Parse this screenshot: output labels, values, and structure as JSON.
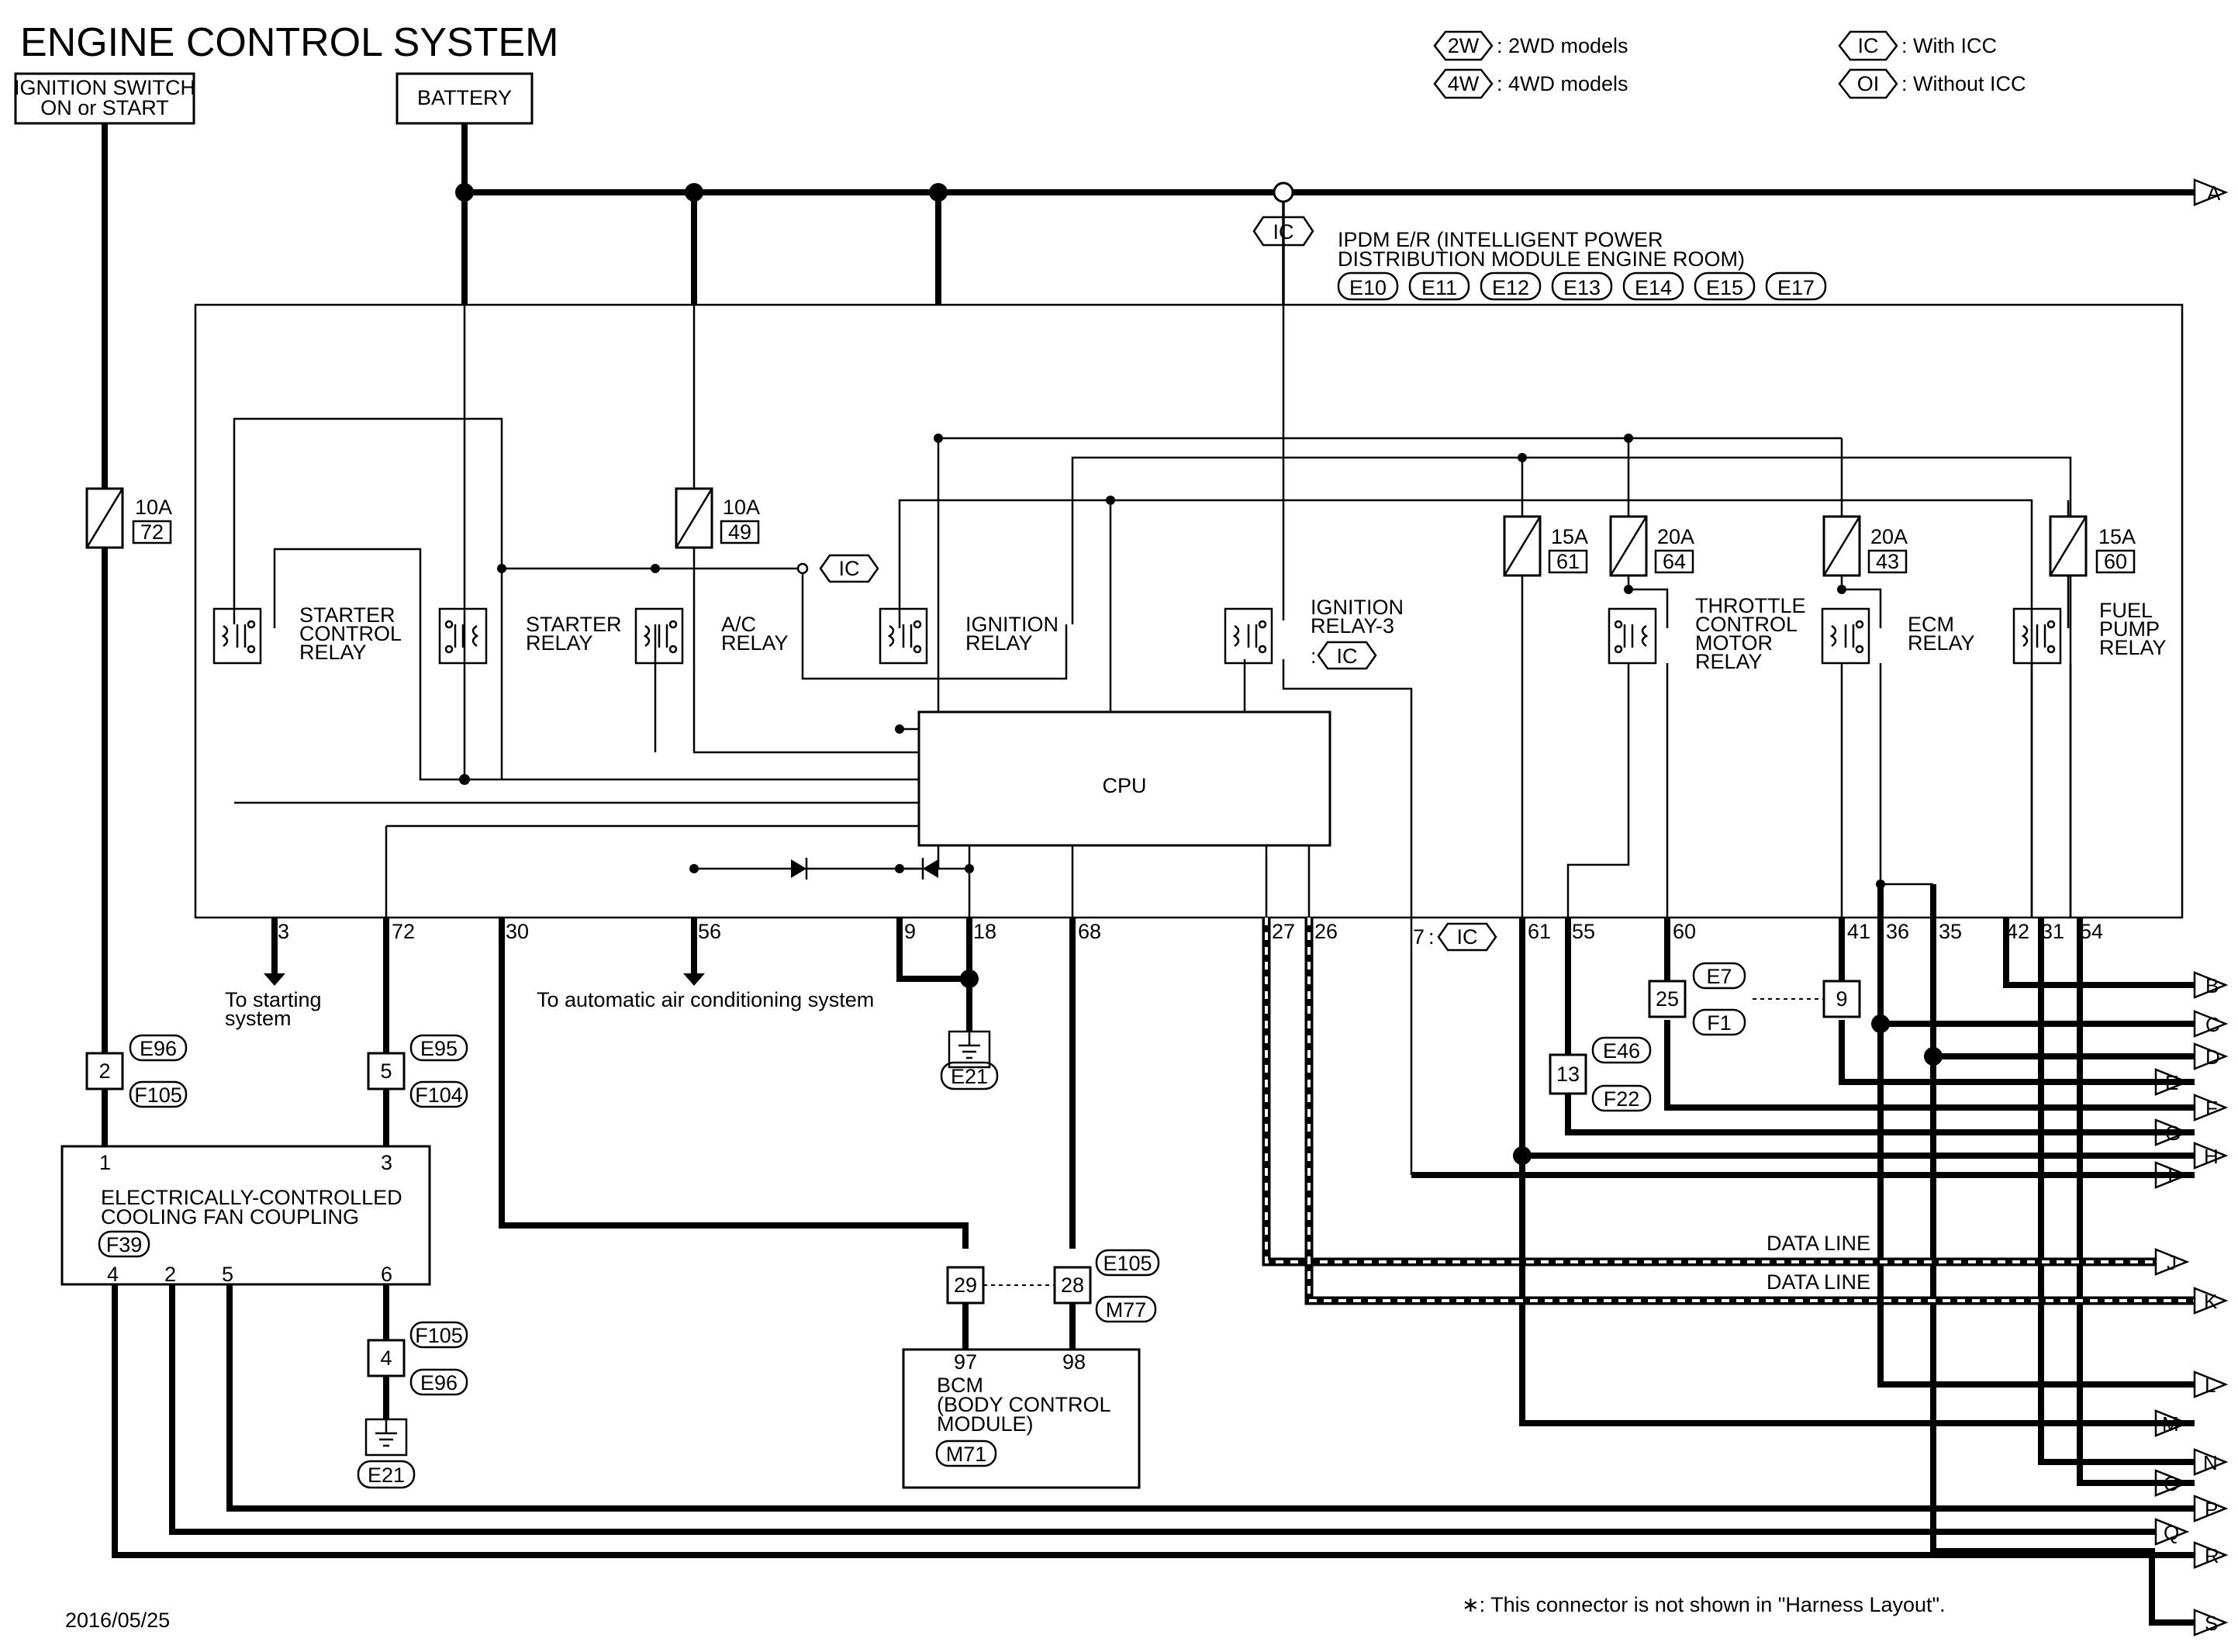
{
  "title": "ENGINE CONTROL SYSTEM",
  "date": "2016/05/25",
  "footnote": "∗: This connector is not shown in \"Harness Layout\".",
  "legend": [
    {
      "tag": "2W",
      "text": ": 2WD models"
    },
    {
      "tag": "4W",
      "text": ": 4WD models"
    },
    {
      "tag": "IC",
      "text": ": With ICC"
    },
    {
      "tag": "OI",
      "text": ": Without ICC"
    }
  ],
  "sources": {
    "ignition_l1": "IGNITION SWITCH",
    "ignition_l2": "ON or START",
    "battery": "BATTERY"
  },
  "ipdm": {
    "line1": "IPDM E/R (INTELLIGENT POWER",
    "line2": "DISTRIBUTION MODULE ENGINE ROOM)",
    "connectors": [
      "E10",
      "E11",
      "E12",
      "E13",
      "E14",
      "E15",
      "E17"
    ],
    "cpu": "CPU",
    "ic_tag": "IC",
    "ic_prefix": ":"
  },
  "fuses": [
    {
      "amp": "10A",
      "num": "72"
    },
    {
      "amp": "10A",
      "num": "49"
    },
    {
      "amp": "15A",
      "num": "61"
    },
    {
      "amp": "20A",
      "num": "64"
    },
    {
      "amp": "20A",
      "num": "43"
    },
    {
      "amp": "15A",
      "num": "60"
    }
  ],
  "relays": {
    "starter_control": [
      "STARTER",
      "CONTROL",
      "RELAY"
    ],
    "starter": [
      "STARTER",
      "RELAY"
    ],
    "ac": [
      "A/C",
      "RELAY"
    ],
    "ignition": [
      "IGNITION",
      "RELAY"
    ],
    "ignition3": [
      "IGNITION",
      "RELAY-3"
    ],
    "throttle": [
      "THROTTLE",
      "CONTROL",
      "MOTOR",
      "RELAY"
    ],
    "ecm": [
      "ECM",
      "RELAY"
    ],
    "fuel_pump": [
      "FUEL",
      "PUMP",
      "RELAY"
    ]
  },
  "pins": [
    "3",
    "72",
    "30",
    "56",
    "9",
    "18",
    "68",
    "27",
    "26",
    "7",
    "61",
    "55",
    "60",
    "41",
    "36",
    "35",
    "42",
    "31",
    "54"
  ],
  "pin7_prefix": ":",
  "notes": {
    "starting_l1": "To starting",
    "starting_l2": "system",
    "ac_system": "To automatic air conditioning system",
    "data_line": "DATA LINE"
  },
  "joint_connectors": [
    {
      "num": "2",
      "tags": [
        "E96",
        "F105"
      ]
    },
    {
      "num": "5",
      "tags": [
        "E95",
        "F104"
      ]
    },
    {
      "num": "4",
      "tags": [
        "F105",
        "E96"
      ]
    },
    {
      "num": "25",
      "tags": [
        "E7",
        "F1"
      ]
    },
    {
      "num": "9",
      "tags": []
    },
    {
      "num": "13",
      "tags": [
        "E46",
        "F22"
      ]
    },
    {
      "num": "29",
      "tags": []
    },
    {
      "num": "28",
      "tags": [
        "E105",
        "M77"
      ]
    }
  ],
  "grounds": [
    "E21",
    "E21"
  ],
  "fan": {
    "l1": "ELECTRICALLY-CONTROLLED",
    "l2": "COOLING FAN COUPLING",
    "conn": "F39",
    "pins": [
      "1",
      "3",
      "4",
      "2",
      "5",
      "6"
    ]
  },
  "bcm": {
    "l1": "BCM",
    "l2": "(BODY CONTROL",
    "l3": "MODULE)",
    "conn": "M71",
    "pins": [
      "97",
      "98"
    ]
  },
  "outputs": [
    "A",
    "B",
    "C",
    "D",
    "E",
    "F",
    "G",
    "H",
    "I",
    "J",
    "K",
    "L",
    "M",
    "N",
    "O",
    "P",
    "Q",
    "R",
    "S"
  ]
}
